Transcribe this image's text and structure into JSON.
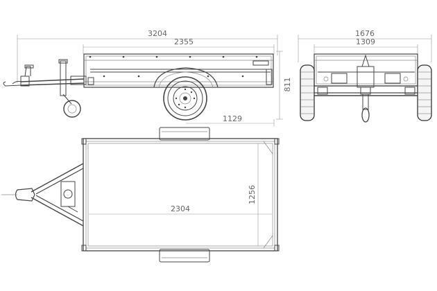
{
  "dimensions": {
    "overall_length": "3204",
    "box_length": "2355",
    "overall_width": "1676",
    "box_width": "1309",
    "height": "811",
    "axle_offset": "1129",
    "inner_width": "1256",
    "inner_length": "2304"
  },
  "colors": {
    "line": "#444444",
    "dimension_line": "#999999",
    "dimension_text": "#666666",
    "tire_fill": "#f4f4f4"
  }
}
